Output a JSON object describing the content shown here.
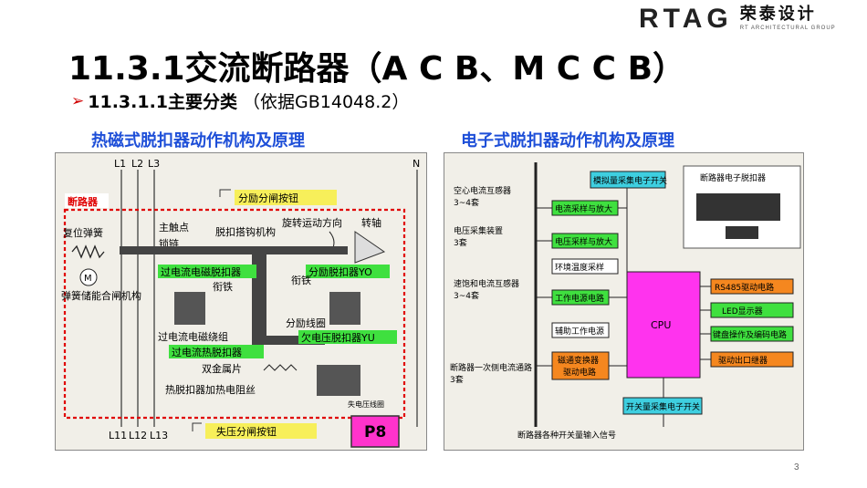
{
  "logo": {
    "mark": "RTAG",
    "cn": "荣泰设计",
    "en": "RT ARCHITECTURAL GROUP"
  },
  "title": "11.3.1交流断路器（A C B、M C C B）",
  "subtitle": {
    "bold": "11.3.1.1主要分类",
    "normal": "（依据GB14048.2）"
  },
  "left_panel": {
    "heading": "热磁式脱扣器动作机构及原理",
    "lines": {
      "l1": "L1",
      "l2": "L2",
      "l3": "L3",
      "n": "N",
      "l11": "L11",
      "l12": "L12",
      "l13": "L13"
    },
    "labels": {
      "breaker": "断路器",
      "shunt_button": "分励分闸按钮",
      "reset_spring": "复位弹簧",
      "main_contact": "主触点",
      "latch": "锁链",
      "trip_mechanism": "脱扣搭钩机构",
      "rotation_direction": "旋转运动方向",
      "shaft": "转轴",
      "overcurrent_magnetic": "过电流电磁脱扣器",
      "shunt_release": "分励脱扣器YO",
      "armature_left": "衔铁",
      "armature_right": "衔铁",
      "spring_storage": "弹簧储能合闸机构",
      "motor": "M",
      "overcurrent_coil": "过电流电磁绕组",
      "shunt_coil": "分励线圈",
      "undervoltage_release": "欠电压脱扣器YU",
      "overcurrent_thermal": "过电流热脱扣器",
      "bimetal": "双金属片",
      "heating_resistor": "热脱扣器加热电阻丝",
      "undervoltage_coil": "失电压线圈",
      "undervoltage_button": "失压分闸按钮",
      "badge": "P8"
    }
  },
  "right_panel": {
    "heading": "电子式脱扣器动作机构及原理",
    "labels": {
      "analog_switch": "模拟量采集电子开关",
      "electronic_release": "断路器电子脱扣器",
      "air_core_ct": "空心电流互感器",
      "air_core_ct_count": "3~4套",
      "current_sampling": "电流采样与放大",
      "voltage_device": "电压采集装置",
      "voltage_device_count": "3套",
      "voltage_sampling": "电压采样与放大",
      "temperature_sampling": "环境温度采样",
      "saturation_ct": "速饱和电流互感器",
      "saturation_ct_count": "3~4套",
      "work_power": "工作电源电路",
      "aux_power": "辅助工作电源",
      "cpu": "CPU",
      "rs485": "RS485驱动电路",
      "led": "LED显示器",
      "keypad": "键盘操作及编码电路",
      "output_driver": "驱动出口继器",
      "primary_current": "断路器一次侧电流通路",
      "primary_current_count": "3套",
      "flux_converter": "磁通变换器",
      "flux_driver": "驱动电路",
      "switch_sampling": "开关量采集电子开关",
      "switch_inputs": "断路器各种开关量输入信号"
    }
  },
  "page_number": "3"
}
